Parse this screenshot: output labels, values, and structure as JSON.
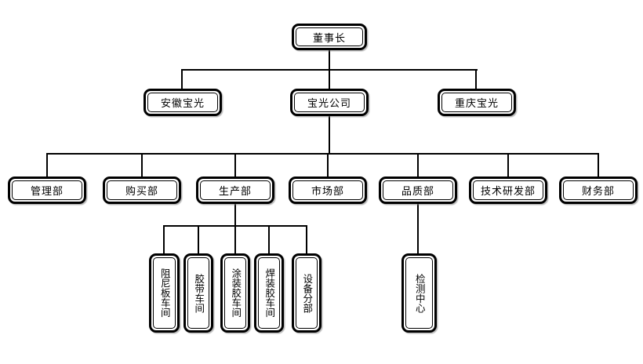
{
  "diagram": {
    "type": "org-chart",
    "background_color": "#ffffff",
    "box_fill_color": "#ffffff",
    "box_border_color": "#000000",
    "connector_color": "#000000",
    "text_color": "#000000",
    "nodes": {
      "chairman": {
        "label": "董事长",
        "parent": null
      },
      "anhui": {
        "label": "安徽宝光",
        "parent": "chairman"
      },
      "company": {
        "label": "宝光公司",
        "parent": "chairman"
      },
      "chongqing": {
        "label": "重庆宝光",
        "parent": "chairman"
      },
      "dept_management": {
        "label": "管理部",
        "parent": "company"
      },
      "dept_purchasing": {
        "label": "购买部",
        "parent": "company"
      },
      "dept_production": {
        "label": "生产部",
        "parent": "company"
      },
      "dept_marketing": {
        "label": "市场部",
        "parent": "company"
      },
      "dept_quality": {
        "label": "品质部",
        "parent": "company"
      },
      "dept_rnd": {
        "label": "技术研发部",
        "parent": "company"
      },
      "dept_finance": {
        "label": "财务部",
        "parent": "company"
      },
      "ws_damping": {
        "label": "阻尼板车间",
        "parent": "dept_production"
      },
      "ws_tape": {
        "label": "胶带车间",
        "parent": "dept_production"
      },
      "ws_coating": {
        "label": "涂装胶车间",
        "parent": "dept_production"
      },
      "ws_welding": {
        "label": "焊装胶车间",
        "parent": "dept_production"
      },
      "ws_equipment": {
        "label": "设备分部",
        "parent": "dept_production"
      },
      "testing_center": {
        "label": "检测中心",
        "parent": "dept_quality"
      }
    }
  }
}
